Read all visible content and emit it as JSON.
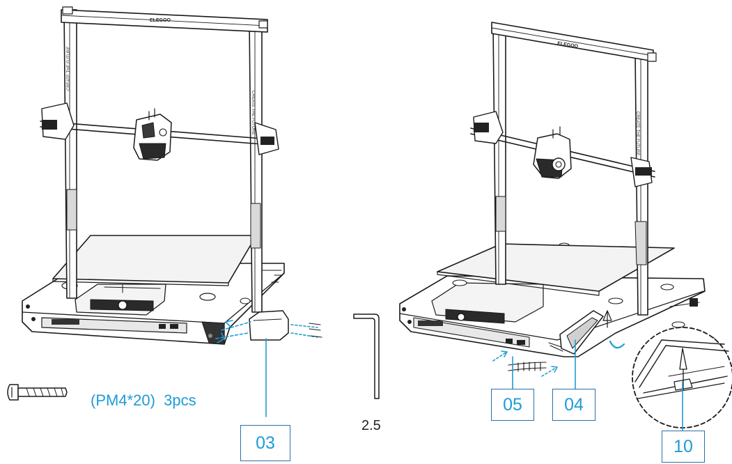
{
  "colors": {
    "frame_outline": "#1a1a1a",
    "accent_blue": "#1e9bd6",
    "callout_border": "#2a6fa8",
    "background": "#ffffff"
  },
  "icons": {
    "screw": "screw-icon",
    "hex_key": "hex-key-icon",
    "arrows": "insert-arrow-icon"
  },
  "brand_text": "ELEGOO",
  "frame_side_text": "CREATE THE FUTURE",
  "screw_spec": {
    "label": "(PM4*20)  3pcs"
  },
  "hex_key": {
    "size_label": "2.5"
  },
  "callouts": {
    "c03": "03",
    "c04": "04",
    "c05": "05",
    "c10": "10"
  }
}
